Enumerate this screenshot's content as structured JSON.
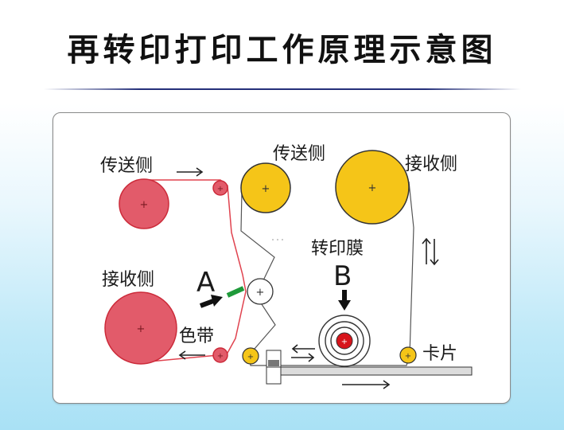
{
  "title": "再转印打印工作原理示意图",
  "labels": {
    "ribbon_supply": "传送侧",
    "ribbon_takeup": "接收侧",
    "film_supply": "传送侧",
    "film_takeup": "接收侧",
    "ribbon": "色带",
    "film": "转印膜",
    "card": "卡片",
    "point_a": "A",
    "point_b": "B"
  },
  "colors": {
    "ribbon_red": "#e25b6a",
    "ribbon_line": "#e0434f",
    "film_yellow": "#f5c518",
    "print_head_green": "#1f9a3a",
    "roller_red_center": "#d7141b",
    "title_rule": "#25307a"
  }
}
